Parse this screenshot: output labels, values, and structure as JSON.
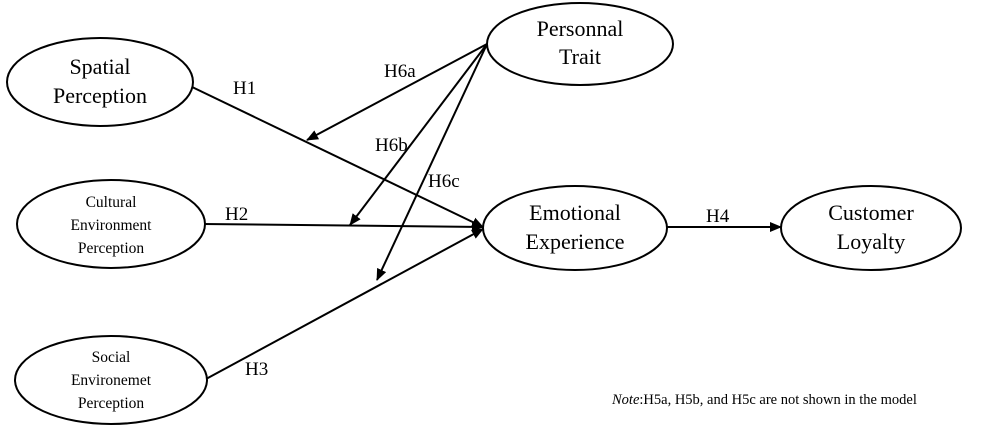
{
  "nodes": {
    "spatial": {
      "line1": "Spatial",
      "line2": "Perception"
    },
    "cultural": {
      "line1": "Cultural",
      "line2": "Environment",
      "line3": "Perception"
    },
    "social": {
      "line1": "Social",
      "line2": "Environemet",
      "line3": "Perception"
    },
    "personal": {
      "line1": "Personnal",
      "line2": "Trait"
    },
    "emotional": {
      "line1": "Emotional",
      "line2": "Experience"
    },
    "loyalty": {
      "line1": "Customer",
      "line2": "Loyalty"
    }
  },
  "hypotheses": {
    "h1": "H1",
    "h2": "H2",
    "h3": "H3",
    "h4": "H4",
    "h6a": "H6a",
    "h6b": "H6b",
    "h6c": "H6c"
  },
  "note": {
    "label": "Note",
    "text": ":H5a, H5b, and H5c are not shown in the model"
  }
}
